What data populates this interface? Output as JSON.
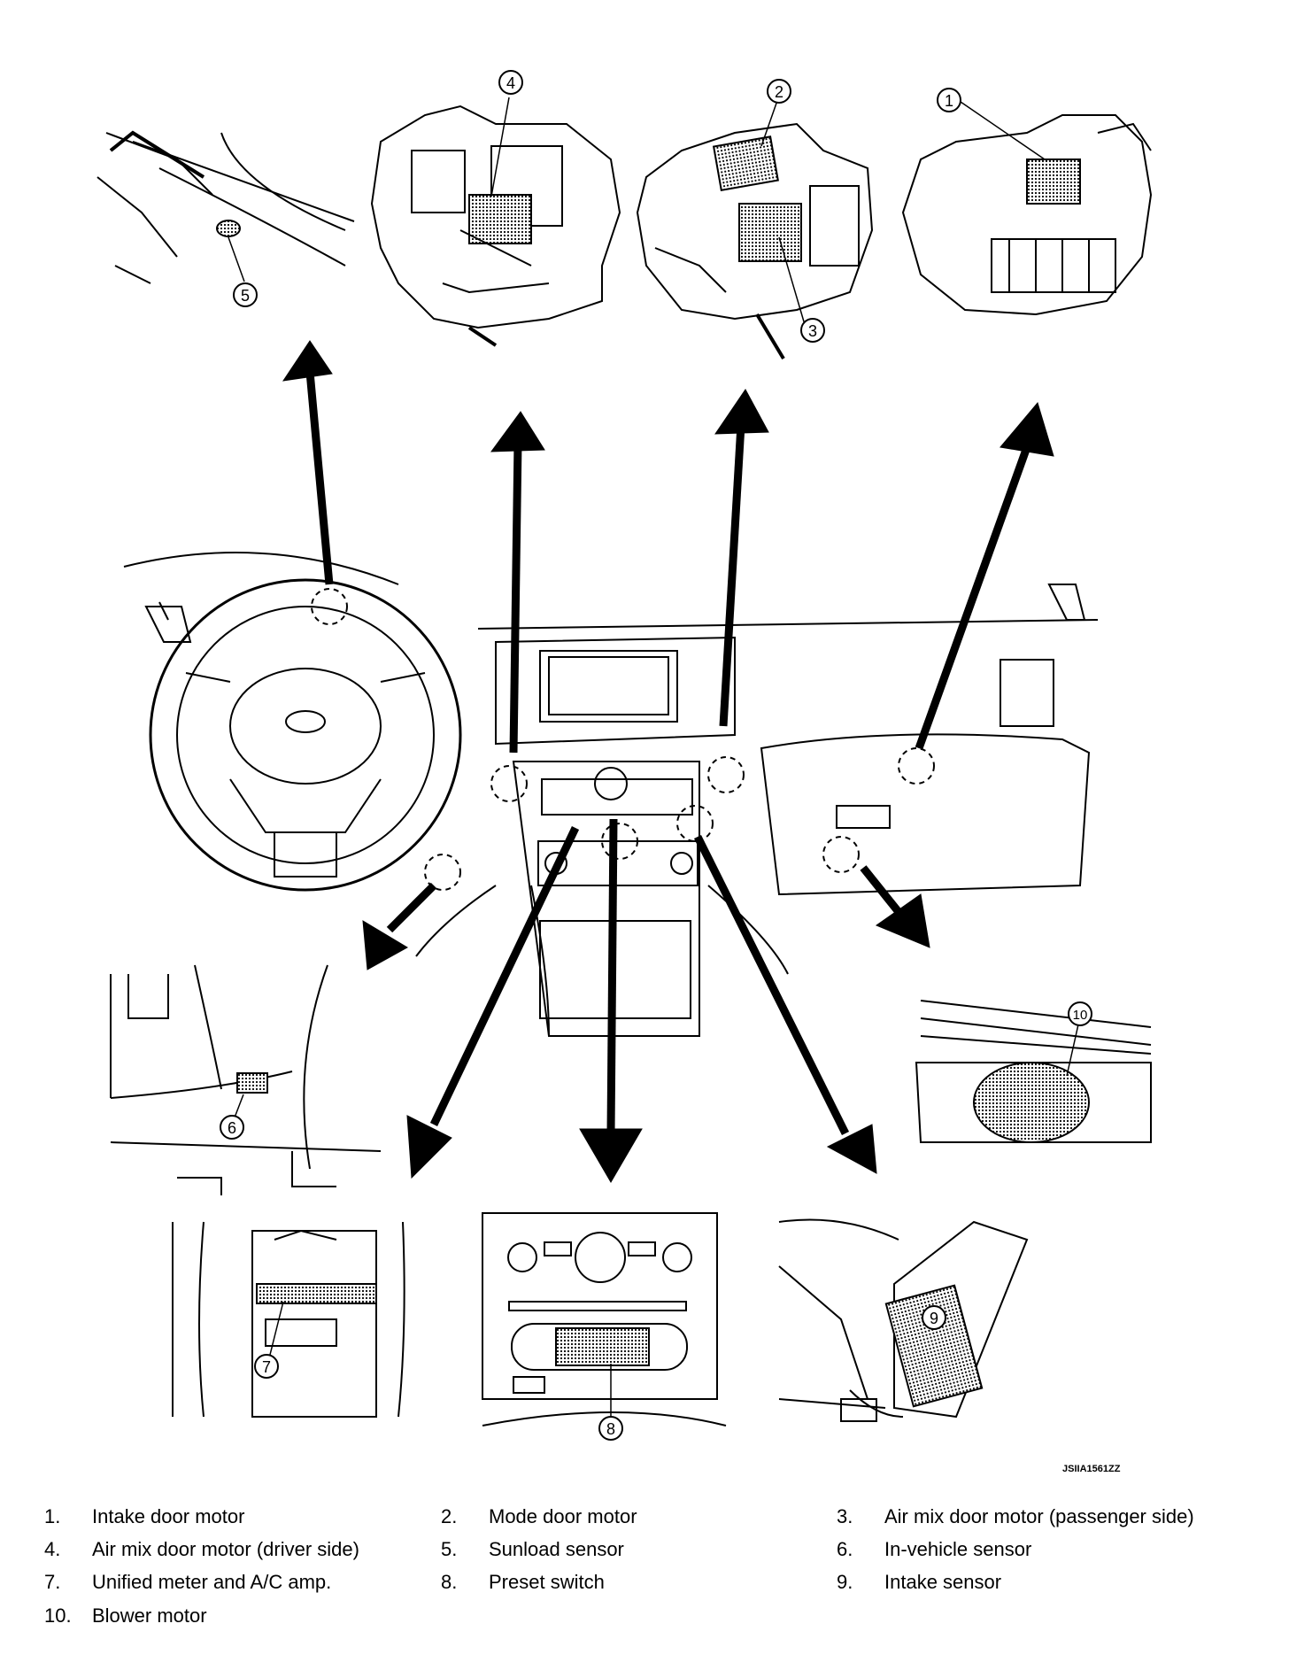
{
  "figure_code": "JSIIA1561ZZ",
  "callouts": [
    "1",
    "2",
    "3",
    "4",
    "5",
    "6",
    "7",
    "8",
    "9",
    "10"
  ],
  "legend": [
    {
      "num": "1.",
      "label": "Intake door motor"
    },
    {
      "num": "2.",
      "label": "Mode door motor"
    },
    {
      "num": "3.",
      "label": "Air mix door motor (passenger side)"
    },
    {
      "num": "4.",
      "label": "Air mix door motor (driver side)"
    },
    {
      "num": "5.",
      "label": "Sunload sensor"
    },
    {
      "num": "6.",
      "label": "In-vehicle sensor"
    },
    {
      "num": "7.",
      "label": "Unified meter and A/C amp."
    },
    {
      "num": "8.",
      "label": "Preset switch"
    },
    {
      "num": "9.",
      "label": "Intake sensor"
    },
    {
      "num": "10.",
      "label": "Blower motor"
    }
  ]
}
